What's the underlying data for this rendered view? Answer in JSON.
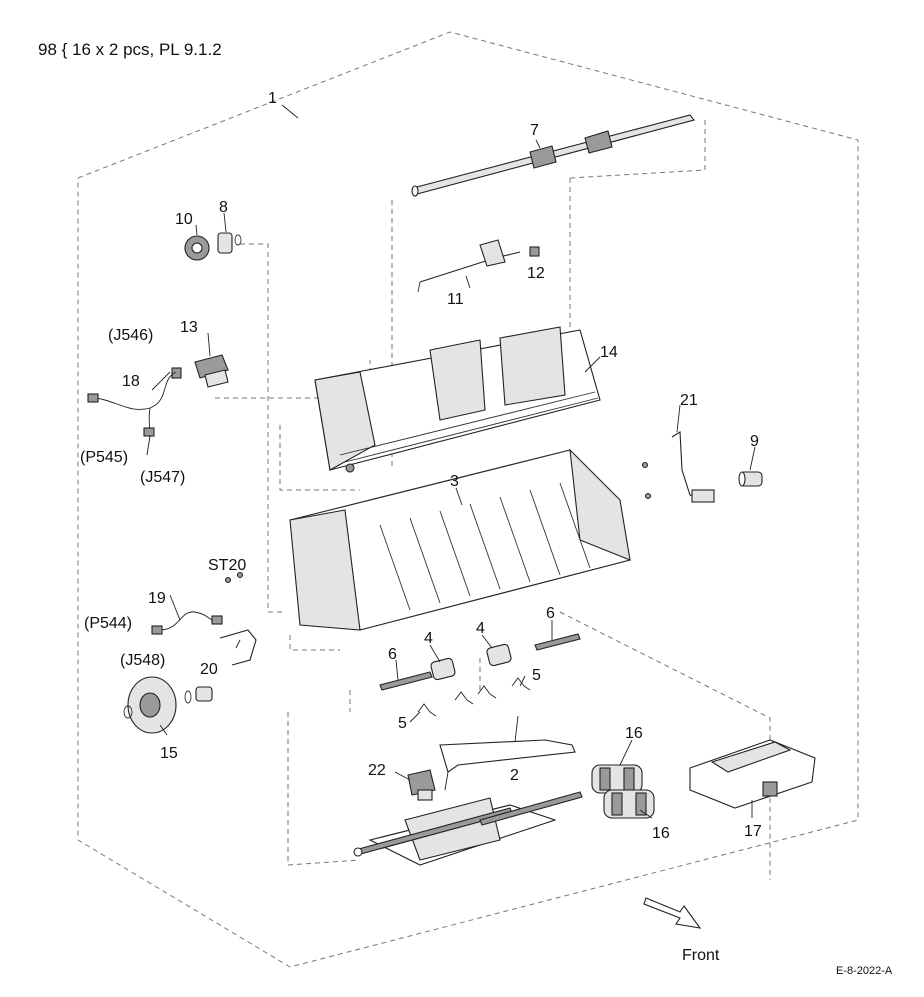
{
  "header": {
    "text": "98 { 16 x 2 pcs, PL 9.1.2"
  },
  "footer": {
    "front_label": "Front",
    "code": "E-8-2022-A"
  },
  "callouts": {
    "c1": "1",
    "c2": "2",
    "c3": "3",
    "c4a": "4",
    "c4b": "4",
    "c5a": "5",
    "c5b": "5",
    "c6a": "6",
    "c6b": "6",
    "c7": "7",
    "c8": "8",
    "c9": "9",
    "c10": "10",
    "c11": "11",
    "c12": "12",
    "c13": "13",
    "c14": "14",
    "c15": "15",
    "c16a": "16",
    "c16b": "16",
    "c17": "17",
    "c18": "18",
    "c19": "19",
    "c20": "20",
    "c21": "21",
    "c22": "22",
    "st20": "ST20",
    "j546": "(J546)",
    "p545": "(P545)",
    "j547": "(J547)",
    "p544": "(P544)",
    "j548": "(J548)"
  }
}
